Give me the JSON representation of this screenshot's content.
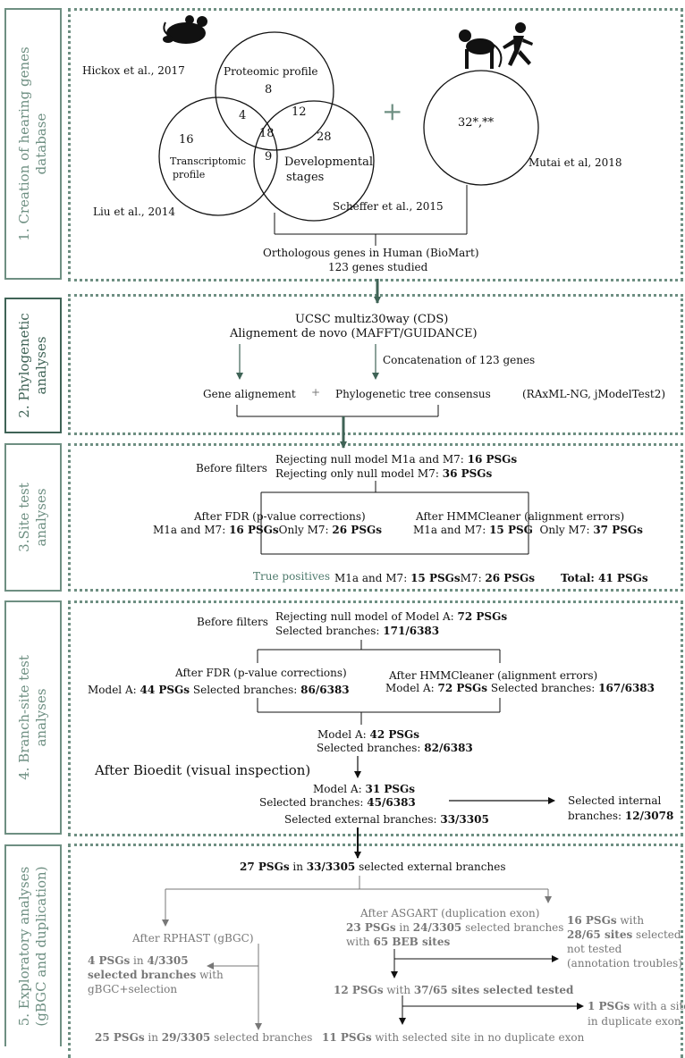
{
  "sections": {
    "s1": {
      "line1": "1. Creation of hearing genes",
      "line2": "database"
    },
    "s2": {
      "line1": "2. Phylogenetic",
      "line2": "analyses"
    },
    "s3": {
      "line1": "3.Site test",
      "line2": "analyses"
    },
    "s4": {
      "line1": "4. Branch-site test",
      "line2": "analyses"
    },
    "s5": {
      "line1": "5. Exploratory analyses",
      "line2": "(gBGC and duplication)"
    }
  },
  "s1": {
    "hickox": "Hickox et al., 2017",
    "proteomic": "Proteomic profile",
    "n8": "8",
    "n4": "4",
    "n12": "12",
    "n16": "16",
    "n18": "18",
    "n28": "28",
    "n9": "9",
    "transcriptomic1": "Transcriptomic",
    "transcriptomic2": "profile",
    "developmental1": "Developmental",
    "developmental2": "stages",
    "liu": "Liu et al., 2014",
    "scheffer": "Scheffer et al., 2015",
    "plus": "+",
    "n32": "32*,**",
    "mutai": "Mutai et al, 2018",
    "ortho": "Orthologous genes in Human (BioMart)",
    "studied": "123 genes studied"
  },
  "s2": {
    "ucsc": "UCSC multiz30way (CDS)",
    "align": "Alignement de novo (MAFFT/GUIDANCE)",
    "concat": "Concatenation of 123 genes",
    "gene_align": "Gene alignement",
    "plus": "+",
    "tree": "Phylogenetic tree consensus",
    "tree_tools": "(RAxML-NG, jModelTest2)"
  },
  "s3": {
    "before": "Before filters",
    "rej1_pre": "Rejecting null model M1a and M7: ",
    "rej1_val": "16 PSGs",
    "rej2_pre": "Rejecting only null model M7: ",
    "rej2_val": "36 PSGs",
    "fdr_title": "After FDR (p-value corrections)",
    "fdr_pre": "M1a and M7: ",
    "fdr_val1": "16 PSGs",
    "fdr_mid": "Only M7: ",
    "fdr_val2": "26 PSGs",
    "hmm_title": "After HMMCleaner (alignment errors)",
    "hmm_pre": "M1a and M7: ",
    "hmm_val1": "15 PSG",
    "hmm_mid": "Only M7: ",
    "hmm_val2": "37 PSGs",
    "tp_label": "True positives",
    "tp_pre": "M1a and M7: ",
    "tp_val1": "15 PSGs",
    "tp_mid": "M7: ",
    "tp_val2": "26 PSGs",
    "total": "Total: 41 PSGs"
  },
  "s4": {
    "before": "Before filters",
    "rej_pre": "Rejecting null model of Model A: ",
    "rej_val": "72 PSGs",
    "sel_pre": "Selected branches: ",
    "sel_val": "171/6383",
    "fdr_title": "After FDR (p-value corrections)",
    "fdr_pre": "Model A: ",
    "fdr_val1": "44 PSGs",
    "fdr_mid": " Selected branches: ",
    "fdr_val2": "86/6383",
    "hmm_title": "After HMMCleaner (alignment errors)",
    "hmm_pre": "Model A: ",
    "hmm_val1": "72 PSGs",
    "hmm_mid": "  Selected branches: ",
    "hmm_val2": "167/6383",
    "ma_pre": "Model A: ",
    "ma_val": "42 PSGs",
    "mab_pre": "Selected branches: ",
    "mab_val": "82/6383",
    "bioedit": "After Bioedit (visual inspection)",
    "bm_pre": "Model A:  ",
    "bm_val": "31 PSGs",
    "bs_pre": "Selected branches: ",
    "bs_val": "45/6383",
    "ext_pre": "Selected external branches: ",
    "ext_val": "33/3305",
    "int1": "Selected internal",
    "int2_pre": "branches: ",
    "int2_val": "12/3078"
  },
  "s5": {
    "top_val1": "27 PSGs",
    "top_mid": " in ",
    "top_val2": "33/3305",
    "top_post": " selected external branches",
    "rphast": "After RPHAST (gBGC)",
    "asgart": "After ASGART (duplication exon)",
    "as1_val1": "23 PSGs",
    "as1_mid": " in ",
    "as1_val2": "24/3305",
    "as1_post": " selected branches",
    "as2_pre": "with ",
    "as2_val": "65 BEB sites",
    "r1_val1": "4 PSGs",
    "r1_mid": " in ",
    "r1_val2": "4/3305",
    "r2_val": "selected branches",
    "r2_post": " with",
    "r3": "gBGC+selection",
    "nt1_val": "16 PSGs",
    "nt1_post": " with",
    "nt2_val": "28/65 sites",
    "nt2_post": " selected",
    "nt3": "not tested",
    "nt4": "(annotation troubles)",
    "t_val1": "12 PSGs",
    "t_mid": " with ",
    "t_val2": "37/65 sites selected tested",
    "d1_val": "1 PSGs",
    "d1_post": " with a site",
    "d2": "in duplicate exon",
    "b1_val1": "25 PSGs",
    "b1_mid": " in ",
    "b1_val2": "29/3305",
    "b1_post": " selected branches",
    "b2_val1": "11 PSGs",
    "b2_post": " with selected site in no duplicate exon"
  }
}
